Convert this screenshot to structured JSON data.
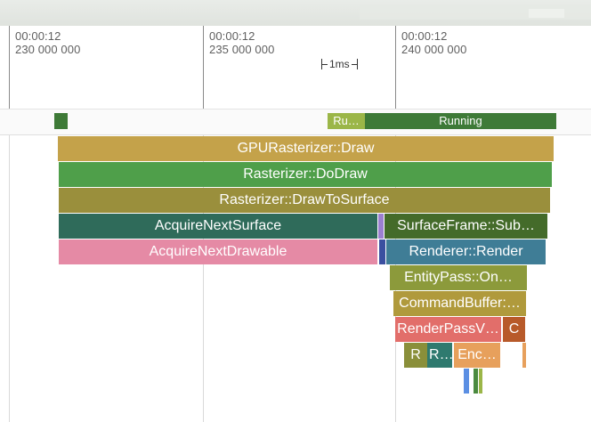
{
  "ruler": {
    "ticks": [
      {
        "time": "00:00:12",
        "ns": "230 000 000"
      },
      {
        "time": "00:00:12",
        "ns": "235 000 000"
      },
      {
        "time": "00:00:12",
        "ns": "240 000 000"
      }
    ],
    "scale_label": "1ms"
  },
  "state_track": {
    "slices": [
      {
        "label": "",
        "color": "#3e7a37"
      },
      {
        "label": "Ru…",
        "color": "#9bb648"
      },
      {
        "label": "Running",
        "color": "#3e7a37"
      }
    ]
  },
  "flamegraph": {
    "slices": [
      {
        "label": "GPURasterizer::Draw",
        "color": "#c4a24a",
        "depth": 0
      },
      {
        "label": "Rasterizer::DoDraw",
        "color": "#4f9f4a",
        "depth": 1
      },
      {
        "label": "Rasterizer::DrawToSurface",
        "color": "#9a8f3c",
        "depth": 2
      },
      {
        "label": "AcquireNextSurface",
        "color": "#2f6b5a",
        "depth": 3
      },
      {
        "label": "",
        "color": "#9b7fd0",
        "depth": 3
      },
      {
        "label": "SurfaceFrame::Sub…",
        "color": "#446b2a",
        "depth": 3
      },
      {
        "label": "AcquireNextDrawable",
        "color": "#e58aa5",
        "depth": 4
      },
      {
        "label": "",
        "color": "#3b4fa0",
        "depth": 4
      },
      {
        "label": "Renderer::Render",
        "color": "#3f7d96",
        "depth": 4
      },
      {
        "label": "EntityPass::On…",
        "color": "#8c9a3b",
        "depth": 5
      },
      {
        "label": "CommandBuffer:…",
        "color": "#b09a3c",
        "depth": 6
      },
      {
        "label": "RenderPassV…",
        "color": "#e26e6a",
        "depth": 7
      },
      {
        "label": "C",
        "color": "#b85a2a",
        "depth": 7
      },
      {
        "label": "R",
        "color": "#8a8f3a",
        "depth": 8
      },
      {
        "label": "R…",
        "color": "#2f7a6f",
        "depth": 8
      },
      {
        "label": "Enc…",
        "color": "#e7a05c",
        "depth": 8
      },
      {
        "label": "",
        "color": "#e7a05c",
        "depth": 8
      },
      {
        "label": "",
        "color": "#5b8fe3",
        "depth": 9
      },
      {
        "label": "",
        "color": "#4b8a3f",
        "depth": 9
      },
      {
        "label": "",
        "color": "#9bb648",
        "depth": 9
      }
    ]
  }
}
